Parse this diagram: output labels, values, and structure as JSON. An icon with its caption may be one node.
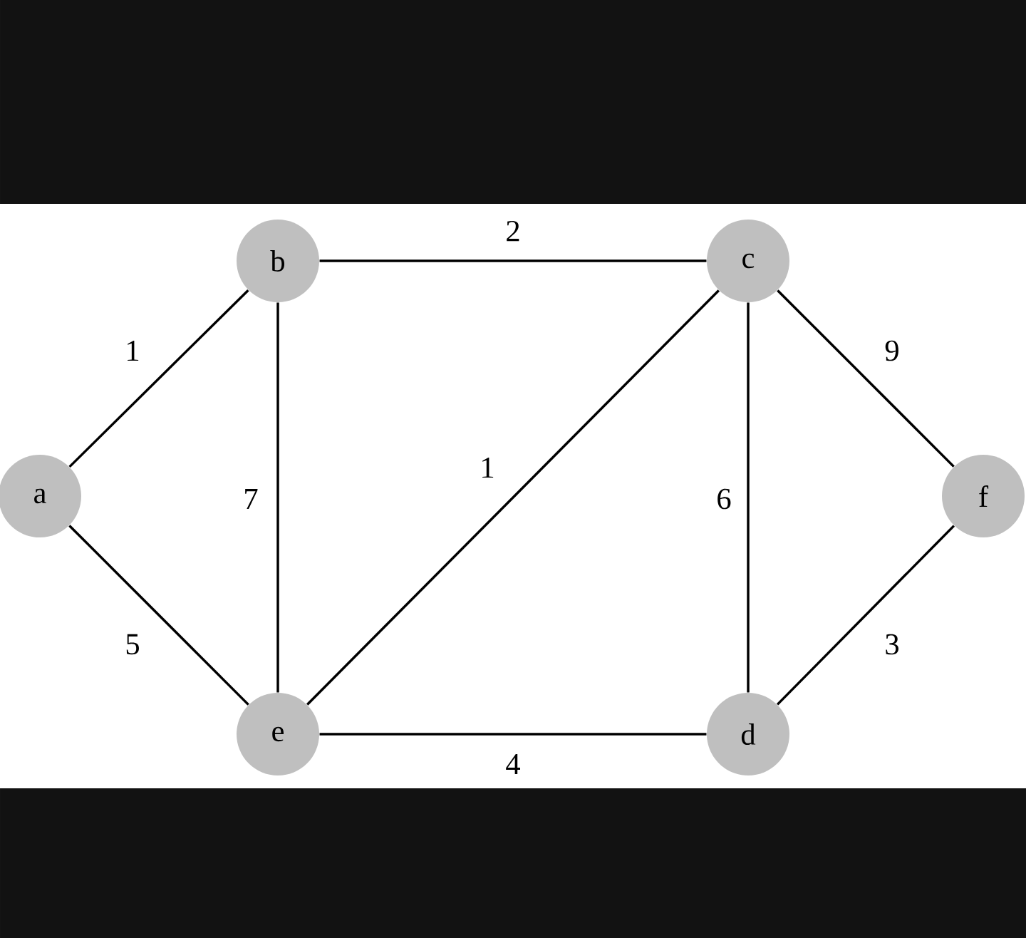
{
  "diagram": {
    "nodes": [
      {
        "text": [
          "a"
        ]
      },
      {
        "text": [
          "b"
        ]
      },
      {
        "text": [
          "c"
        ]
      },
      {
        "text": [
          "f"
        ]
      },
      {
        "text": [
          "e"
        ]
      },
      {
        "text": [
          "d"
        ]
      }
    ],
    "edges": [
      {
        "from": 0,
        "to": 1,
        "arrow": "none",
        "label": "1"
      },
      {
        "from": 0,
        "to": 4,
        "arrow": "none",
        "label": "5"
      },
      {
        "from": 1,
        "to": 2,
        "arrow": "none",
        "label": "2"
      },
      {
        "from": 1,
        "to": 4,
        "arrow": "none",
        "label": "7"
      },
      {
        "from": 2,
        "to": 4,
        "arrow": "none",
        "label": "1"
      },
      {
        "from": 2,
        "to": 5,
        "arrow": "none",
        "label": "6"
      },
      {
        "from": 2,
        "to": 3,
        "arrow": "none",
        "label": "9"
      },
      {
        "from": 4,
        "to": 5,
        "arrow": "none",
        "label": "4"
      },
      {
        "from": 5,
        "to": 3,
        "arrow": "none",
        "label": "3"
      }
    ]
  }
}
